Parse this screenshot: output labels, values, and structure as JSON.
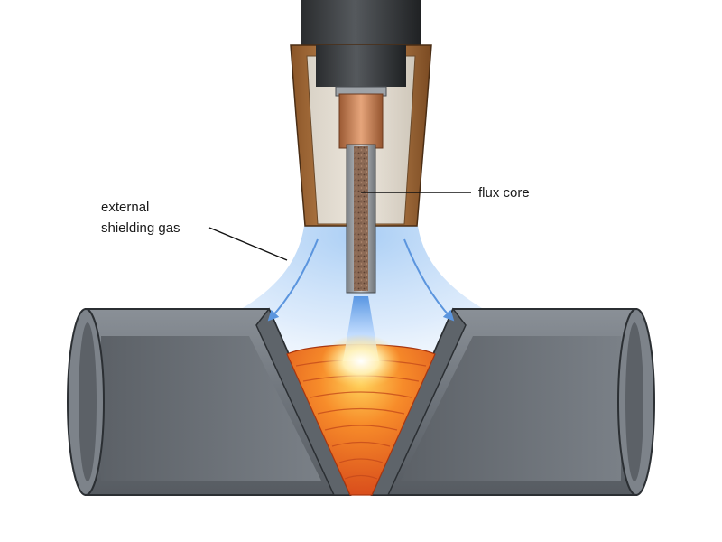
{
  "labels": {
    "gas_line1": "external",
    "gas_line2": "shielding gas",
    "flux_core": "flux core"
  },
  "colors": {
    "pipe_body": "#6f757c",
    "pipe_edge": "#2b2f33",
    "nozzle_copper": "#b5773d",
    "contact_tip": "#c98656",
    "torch_body": "#3a3d40",
    "gas_blue": "#7fb2ea",
    "weld_pool": "#ef6a1c",
    "arc_light": "#fff7d6"
  }
}
